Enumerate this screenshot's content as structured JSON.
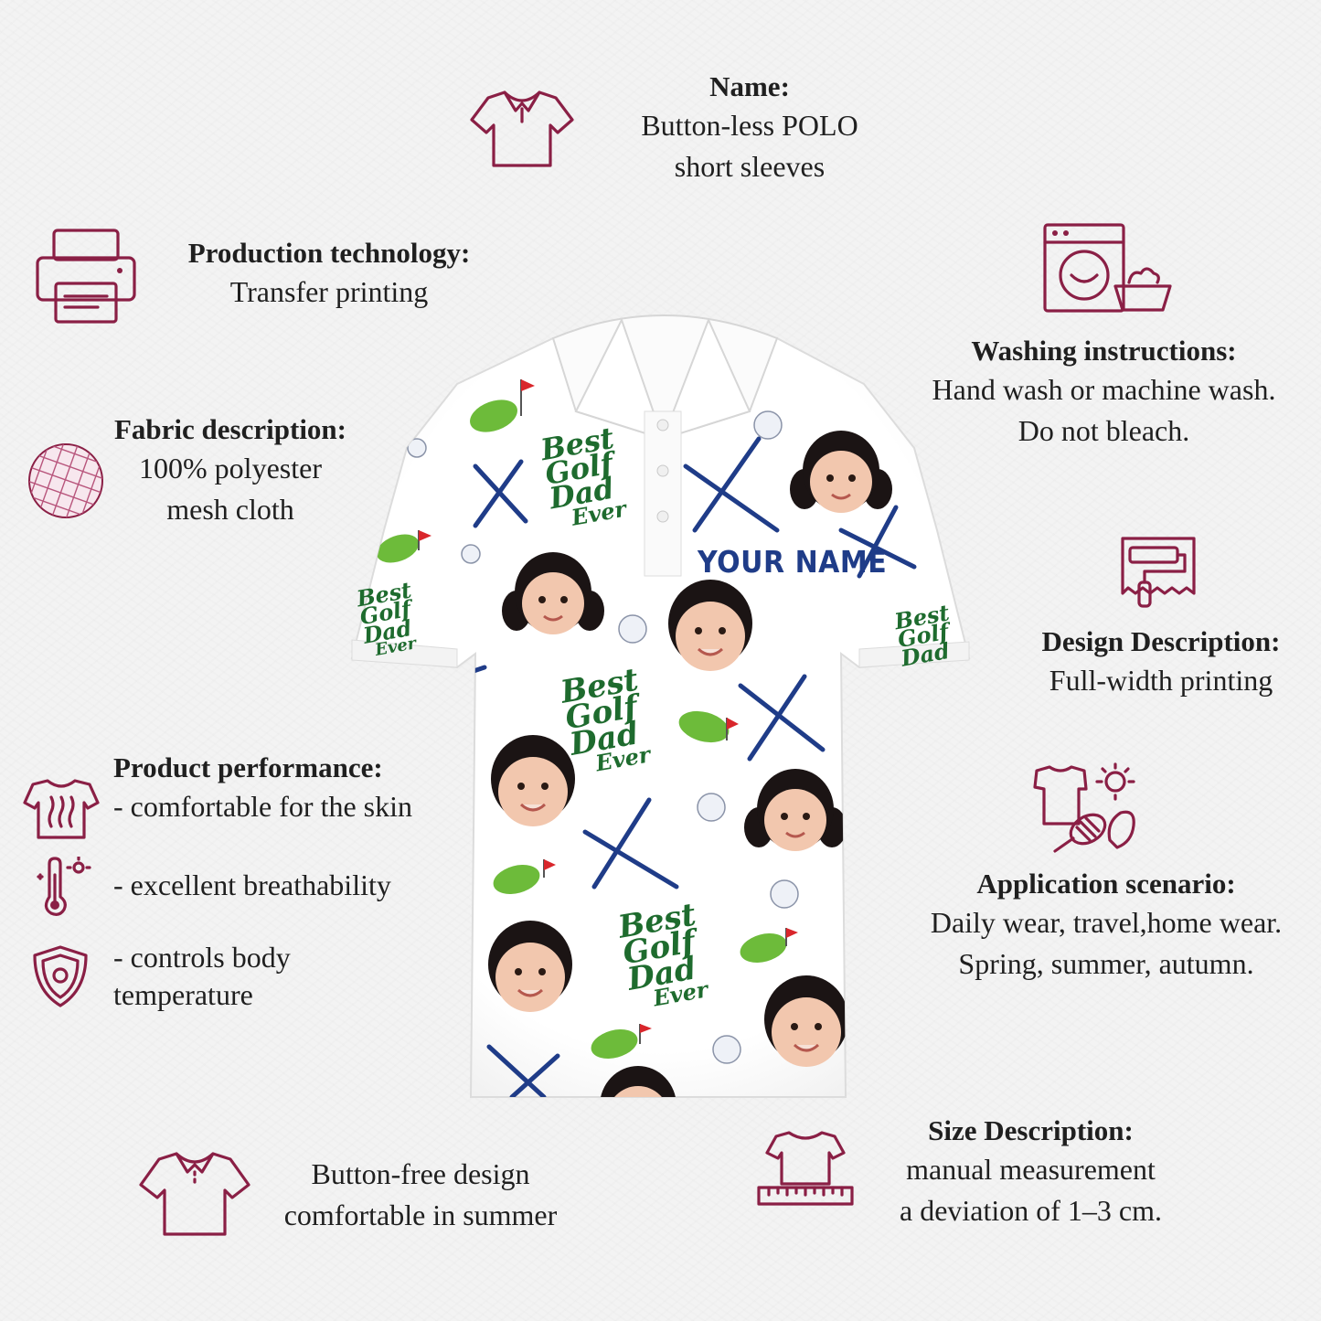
{
  "name_block": {
    "heading": "Name:",
    "line1": "Button-less POLO",
    "line2": "short sleeves"
  },
  "production": {
    "heading": "Production technology:",
    "line1": "Transfer printing"
  },
  "washing": {
    "heading": "Washing instructions:",
    "line1": "Hand wash or machine wash.",
    "line2": "Do not bleach."
  },
  "fabric": {
    "heading": "Fabric description:",
    "line1": "100% polyester",
    "line2": "mesh cloth"
  },
  "design": {
    "heading": "Design Description:",
    "line1": "Full-width printing"
  },
  "performance": {
    "heading": "Product performance:",
    "item1": "- comfortable for the skin",
    "item2": "- excellent breathability",
    "item3_line1": "- controls body",
    "item3_line2": "temperature"
  },
  "application": {
    "heading": "Application scenario:",
    "line1": "Daily wear, travel,home wear.",
    "line2": "Spring, summer, autumn."
  },
  "size": {
    "heading": "Size Description:",
    "line1": "manual measurement",
    "line2": "a deviation of 1–3 cm."
  },
  "button_free": {
    "line1": "Button-free design",
    "line2": "comfortable in summer"
  },
  "shirt": {
    "name_print": "YOUR NAME",
    "slogan": [
      "Best",
      "Golf",
      "Dad",
      "Ever"
    ]
  },
  "colors": {
    "accent": "#8a1f45",
    "navy": "#1f3c88",
    "green": "#1e6b2e"
  }
}
